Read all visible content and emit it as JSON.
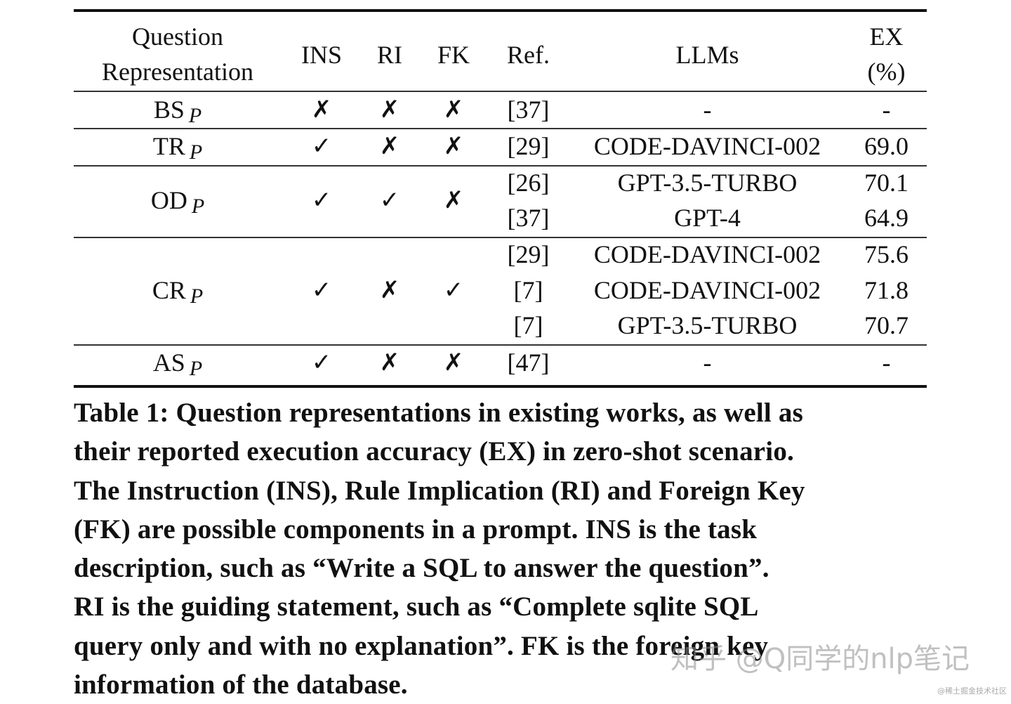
{
  "table": {
    "headers": {
      "question_line1": "Question",
      "question_line2": "Representation",
      "ins": "INS",
      "ri": "RI",
      "fk": "FK",
      "ref": "Ref.",
      "llms": "LLMs",
      "ex_line1": "EX",
      "ex_line2": "(%)"
    },
    "marks": {
      "yes": "✓",
      "no": "✗"
    },
    "subscript": "P",
    "rows": [
      {
        "name": "BS",
        "ins": "✗",
        "ri": "✗",
        "fk": "✗",
        "entries": [
          {
            "ref": "[37]",
            "llm": "-",
            "ex": "-"
          }
        ]
      },
      {
        "name": "TR",
        "ins": "✓",
        "ri": "✗",
        "fk": "✗",
        "entries": [
          {
            "ref": "[29]",
            "llm": "CODE-DAVINCI-002",
            "ex": "69.0"
          }
        ]
      },
      {
        "name": "OD",
        "ins": "✓",
        "ri": "✓",
        "fk": "✗",
        "entries": [
          {
            "ref": "[26]",
            "llm": "GPT-3.5-TURBO",
            "ex": "70.1"
          },
          {
            "ref": "[37]",
            "llm": "GPT-4",
            "ex": "64.9"
          }
        ]
      },
      {
        "name": "CR",
        "ins": "✓",
        "ri": "✗",
        "fk": "✓",
        "entries": [
          {
            "ref": "[29]",
            "llm": "CODE-DAVINCI-002",
            "ex": "75.6"
          },
          {
            "ref": "[7]",
            "llm": "CODE-DAVINCI-002",
            "ex": "71.8"
          },
          {
            "ref": "[7]",
            "llm": "GPT-3.5-TURBO",
            "ex": "70.7"
          }
        ]
      },
      {
        "name": "AS",
        "ins": "✓",
        "ri": "✗",
        "fk": "✗",
        "entries": [
          {
            "ref": "[47]",
            "llm": "-",
            "ex": "-"
          }
        ]
      }
    ]
  },
  "caption": {
    "lines": [
      "Table 1: Question representations in existing works, as well as",
      "their reported execution accuracy (EX) in zero-shot scenario.",
      "The Instruction (INS), Rule Implication (RI) and Foreign Key",
      "(FK) are possible components in a prompt. INS is the task",
      "description, such as “Write a SQL to answer the question”.",
      "RI is the guiding statement, such as “Complete sqlite SQL",
      "query only and with no explanation”. FK is the foreign key",
      "information of the database."
    ]
  },
  "watermark": {
    "main": "知乎 @Q同学的nlp笔记",
    "corner": "@稀土掘金技术社区"
  }
}
